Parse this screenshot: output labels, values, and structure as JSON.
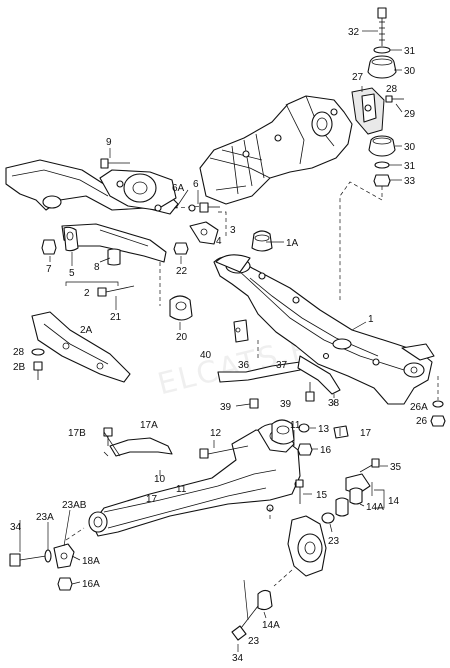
{
  "watermark": "ELCATS.RU",
  "callouts": {
    "p1": "1",
    "p1A": "1A",
    "p2": "2",
    "p2A": "2A",
    "p2B": "2B",
    "p3": "3",
    "p4": "4",
    "p5": "5",
    "p6": "6",
    "p6A": "6A",
    "p7": "7",
    "p8": "8",
    "p9": "9",
    "p10": "10",
    "p11": "11",
    "p12": "12",
    "p13": "13",
    "p14": "14",
    "p14A": "14A",
    "p14A_low": "14A",
    "p15": "15",
    "p16": "16",
    "p16A": "16A",
    "p17": "17",
    "p17_arm": "17",
    "p17A": "17A",
    "p17B": "17B",
    "p18A": "18A",
    "p20": "20",
    "p21": "21",
    "p22": "22",
    "p23": "23",
    "p23_low": "23",
    "p23A": "23A",
    "p23AB": "23AB",
    "p26": "26",
    "p26A": "26A",
    "p27": "27",
    "p28_top": "28",
    "p28_left": "28",
    "p29": "29",
    "p30_top": "30",
    "p30_mid": "30",
    "p31_top": "31",
    "p31_mid": "31",
    "p32": "32",
    "p33": "33",
    "p34_left": "34",
    "p34_bottom": "34",
    "p35": "35",
    "p36": "36",
    "p37": "37",
    "p38": "38",
    "p39_left": "39",
    "p39_right": "39",
    "p40": "40"
  }
}
